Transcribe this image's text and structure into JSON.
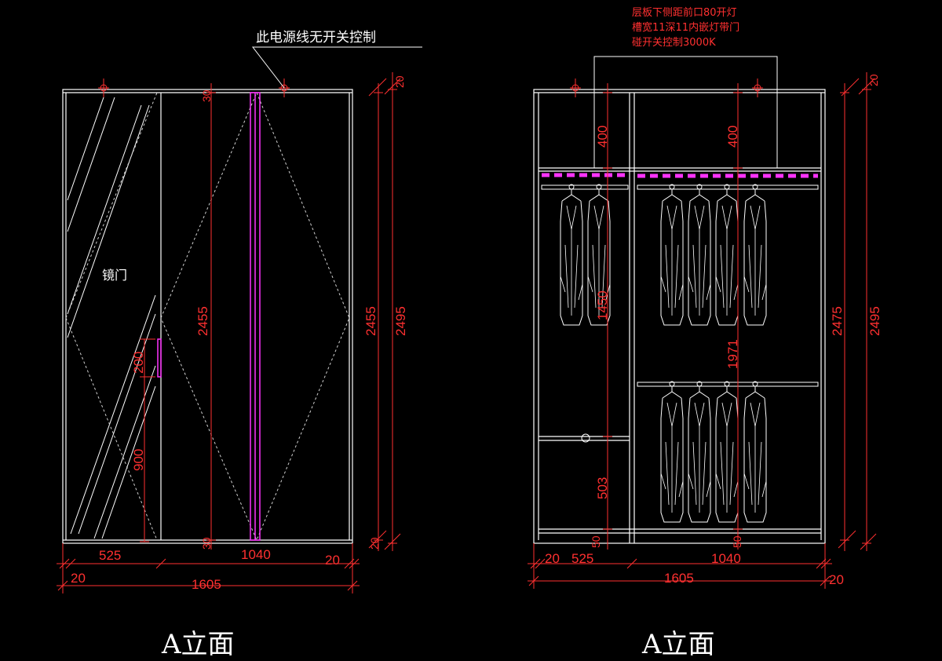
{
  "colors": {
    "background": "#000000",
    "outline": "#ffffff",
    "dimension": "#ff3030",
    "led": "#ff33ff",
    "hidden_line": "#cfcfcf"
  },
  "left": {
    "title": "A立面",
    "callout": "此电源线无开关控制",
    "mirror_label": "镜门",
    "dims": {
      "d525": "525",
      "d1040": "1040",
      "d20_right": "20",
      "d20_bottom": "20",
      "d1605": "1605",
      "d2455_inner": "2455",
      "d2455_outer": "2455",
      "d2495": "2495",
      "d20_top": "20",
      "d20_bot_side": "20",
      "d200": "200",
      "d900": "900",
      "d30_top": "30",
      "d30_bot": "30"
    }
  },
  "right": {
    "title": "A立面",
    "notes": [
      "层板下侧距前口80开灯",
      "槽宽11深11内嵌灯带门",
      "碰开关控制3000K"
    ],
    "dims": {
      "d20_left": "20",
      "d525": "525",
      "d1040": "1040",
      "d1605": "1605",
      "d20_bottom_right": "20",
      "d400_left": "400",
      "d400_right": "400",
      "d1450": "1450",
      "d1971": "1971",
      "d503": "503",
      "d50_left": "50",
      "d50_right": "50",
      "d2475": "2475",
      "d2495": "2495",
      "d20_top": "20"
    }
  }
}
